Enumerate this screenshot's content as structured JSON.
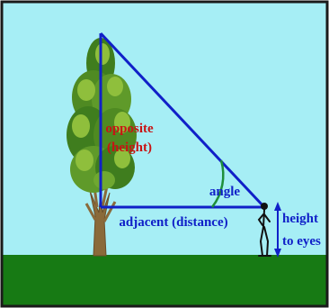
{
  "colors": {
    "sky": "#a6eef5",
    "ground": "#177a14",
    "frame": "#1a1a1a",
    "triangle": "#1020c8",
    "opposite_label": "#c81414",
    "adjacent_label": "#1020c8",
    "angle_arc": "#1f8f3a",
    "foliage_dark": "#3f7d1e",
    "foliage_mid": "#5f9a2a",
    "foliage_light": "#8fbf3c",
    "trunk": "#8a6a3a"
  },
  "labels": {
    "opposite_line1": "opposite",
    "opposite_line2": "(height)",
    "angle": "angle",
    "adjacent": "adjacent (distance)",
    "height_line1": "height",
    "height_line2": "to eyes"
  },
  "icons": {
    "tree": "tree-icon",
    "person": "person-stick-figure-icon",
    "height_arrow": "double-arrow-vertical-icon"
  }
}
